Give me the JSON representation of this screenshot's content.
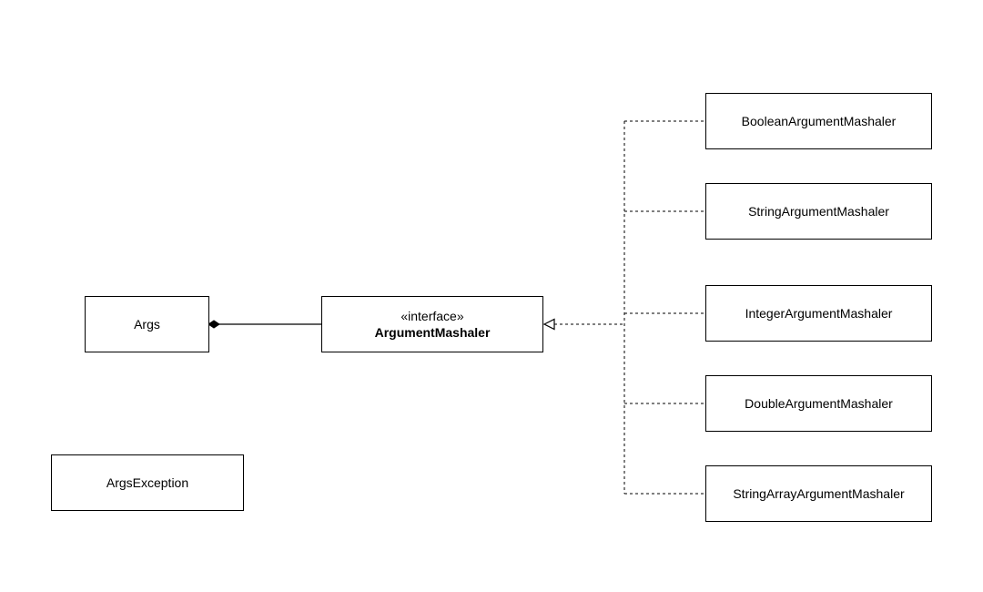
{
  "classes": {
    "args": "Args",
    "args_exception": "ArgsException",
    "argument_mashaler": {
      "stereotype": "«interface»",
      "name": "ArgumentMashaler"
    },
    "boolean": "BooleanArgumentMashaler",
    "string": "StringArgumentMashaler",
    "integer": "IntegerArgumentMashaler",
    "double": "DoubleArgumentMashaler",
    "string_array": "StringArrayArgumentMashaler"
  },
  "relations": [
    {
      "from": "args",
      "to": "argument_mashaler",
      "type": "composition"
    },
    {
      "from": "boolean",
      "to": "argument_mashaler",
      "type": "realization"
    },
    {
      "from": "string",
      "to": "argument_mashaler",
      "type": "realization"
    },
    {
      "from": "integer",
      "to": "argument_mashaler",
      "type": "realization"
    },
    {
      "from": "double",
      "to": "argument_mashaler",
      "type": "realization"
    },
    {
      "from": "string_array",
      "to": "argument_mashaler",
      "type": "realization"
    }
  ],
  "colors": {
    "line": "#000000",
    "background": "#ffffff"
  }
}
